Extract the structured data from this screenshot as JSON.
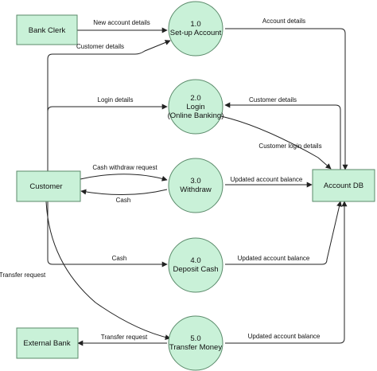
{
  "entities": {
    "bank_clerk": "Bank Clerk",
    "customer": "Customer",
    "external_bank": "External Bank",
    "account_db": "Account DB"
  },
  "processes": [
    {
      "number": "1.0",
      "lines": [
        "Set-up Account"
      ]
    },
    {
      "number": "2.0",
      "lines": [
        "Login",
        "(Online Banking)"
      ]
    },
    {
      "number": "3.0",
      "lines": [
        "Withdraw"
      ]
    },
    {
      "number": "4.0",
      "lines": [
        "Deposit Cash"
      ]
    },
    {
      "number": "5.0",
      "lines": [
        "Transfer Money"
      ]
    }
  ],
  "flows": {
    "new_account_details": "New account details",
    "account_details": "Account details",
    "customer_details_1": "Customer details",
    "login_details": "Login details",
    "customer_details_2": "Customer details",
    "customer_login_details": "Customer login details",
    "cash_withdraw_request": "Cash withdraw request",
    "cash_1": "Cash",
    "updated_balance_3": "Updated account balance",
    "cash_2": "Cash",
    "updated_balance_4": "Updated account balance",
    "transfer_request_1": "Transfer request",
    "transfer_request_2": "Transfer request",
    "updated_balance_5": "Updated account balance"
  }
}
